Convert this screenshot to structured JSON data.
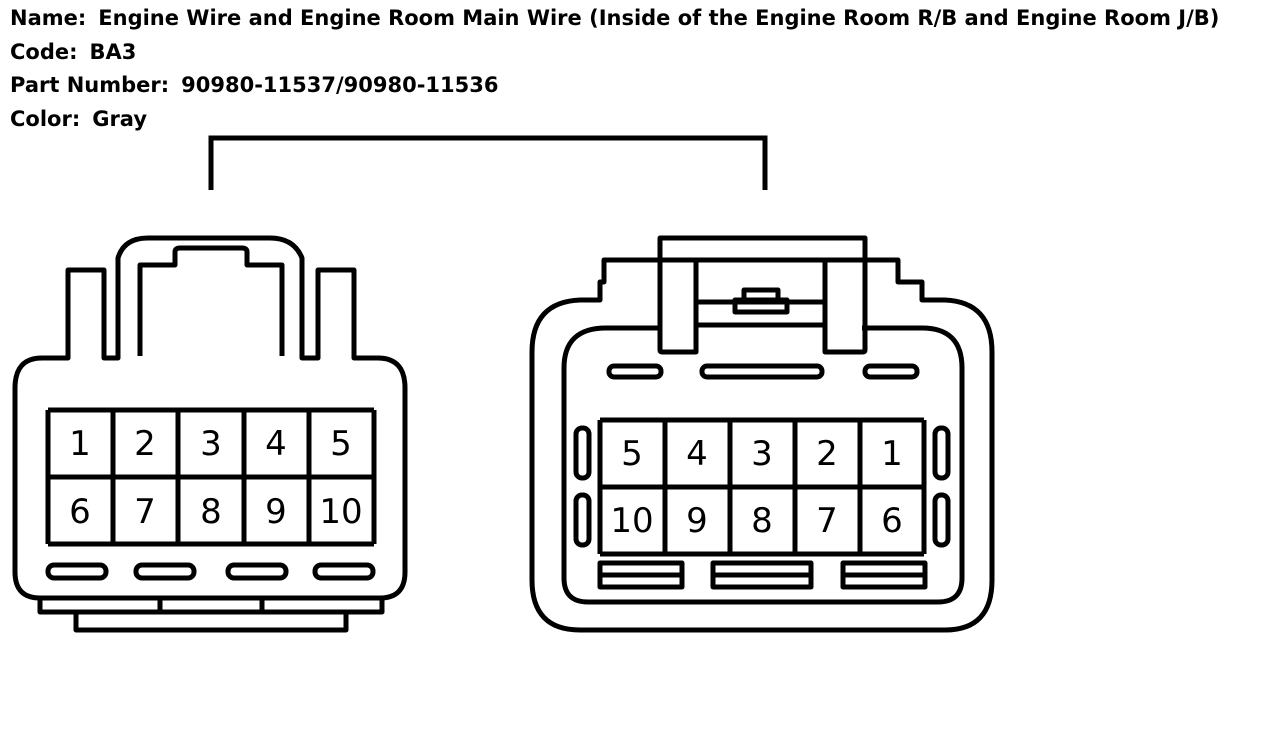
{
  "header": {
    "name_label": "Name:",
    "name_value": "Engine Wire and Engine Room Main Wire (Inside of the Engine Room R/B and Engine Room J/B)",
    "code_label": "Code:",
    "code_value": "BA3",
    "part_label": "Part Number:",
    "part_value": "90980-11537/90980-11536",
    "color_label": "Color:",
    "color_value": "Gray"
  },
  "connectors": {
    "left": {
      "top_row": [
        "1",
        "2",
        "3",
        "4",
        "5"
      ],
      "bottom_row": [
        "6",
        "7",
        "8",
        "9",
        "10"
      ]
    },
    "right": {
      "top_row": [
        "5",
        "4",
        "3",
        "2",
        "1"
      ],
      "bottom_row": [
        "10",
        "9",
        "8",
        "7",
        "6"
      ]
    }
  }
}
